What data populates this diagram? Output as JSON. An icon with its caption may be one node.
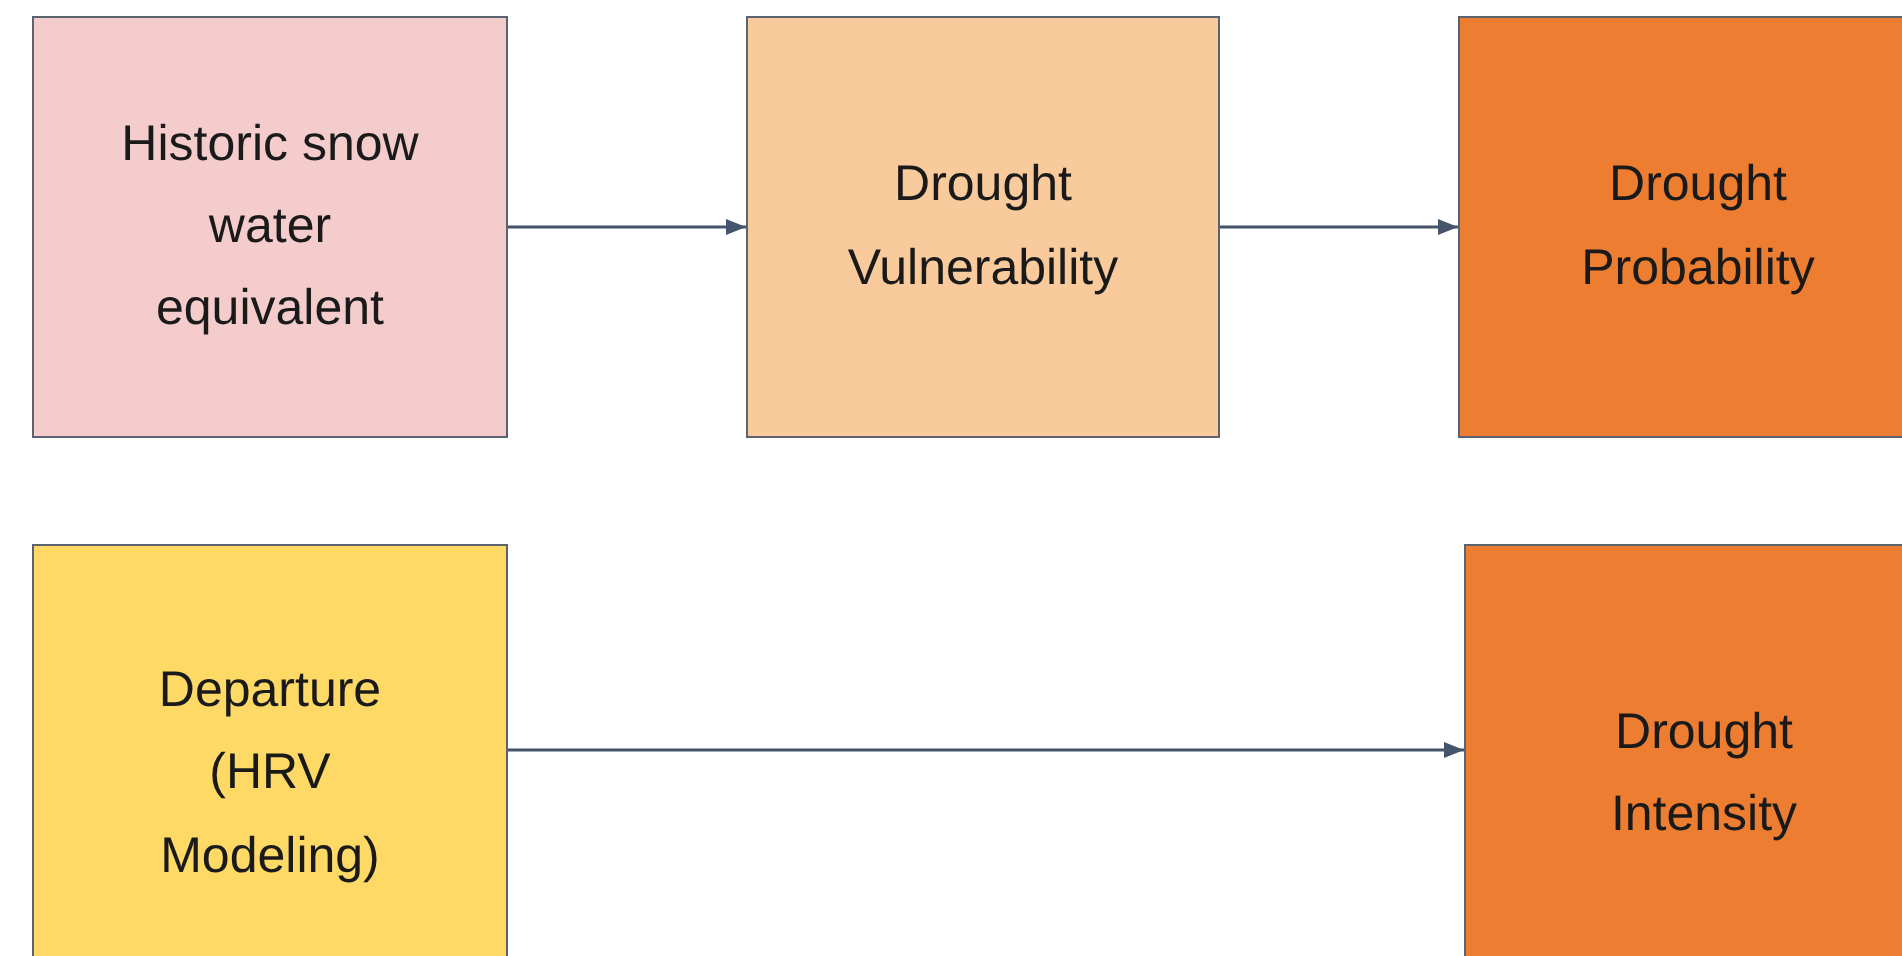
{
  "diagram": {
    "nodes": [
      {
        "text": [
          "Historic snow water equivalent"
        ]
      },
      {
        "text": [
          "Drought Vulnerability"
        ]
      },
      {
        "text": [
          "Drought Probability"
        ]
      },
      {
        "text": [
          "Departure (HRV Modeling)"
        ]
      },
      {
        "text": [
          "Drought Intensity"
        ]
      }
    ],
    "edges": [
      {
        "from": 0,
        "to": 1,
        "arrow": "to"
      },
      {
        "from": 1,
        "to": 2,
        "arrow": "to"
      },
      {
        "from": 3,
        "to": 4,
        "arrow": "to"
      }
    ]
  }
}
